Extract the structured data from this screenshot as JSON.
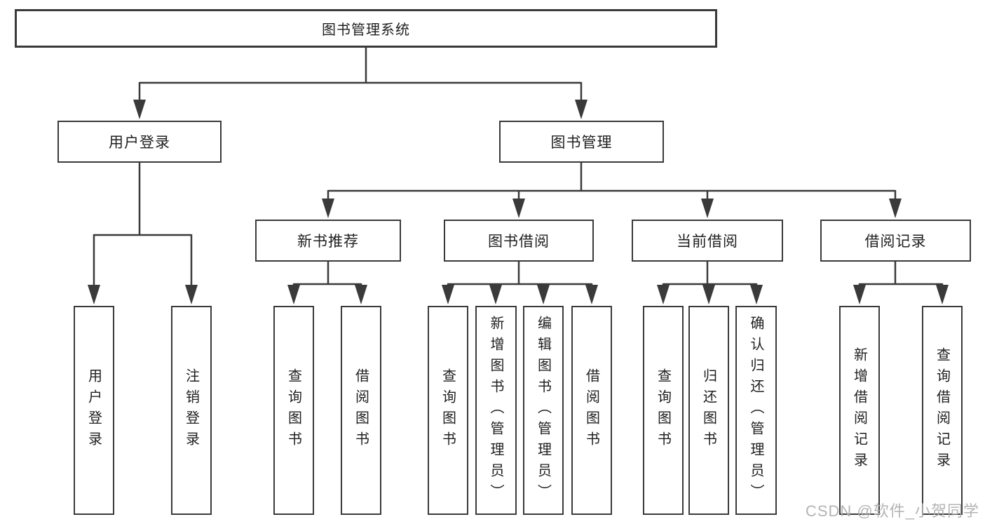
{
  "tree": {
    "root": "图书管理系统",
    "children": [
      {
        "label": "用户登录",
        "children": [
          {
            "label": "用户登录"
          },
          {
            "label": "注销登录"
          }
        ]
      },
      {
        "label": "图书管理",
        "children": [
          {
            "label": "新书推荐",
            "children": [
              {
                "label": "查询图书"
              },
              {
                "label": "借阅图书"
              }
            ]
          },
          {
            "label": "图书借阅",
            "children": [
              {
                "label": "查询图书"
              },
              {
                "label": "新增图书（管理员）"
              },
              {
                "label": "编辑图书（管理员）"
              },
              {
                "label": "借阅图书"
              }
            ]
          },
          {
            "label": "当前借阅",
            "children": [
              {
                "label": "查询图书"
              },
              {
                "label": "归还图书"
              },
              {
                "label": "确认归还（管理员）"
              }
            ]
          },
          {
            "label": "借阅记录",
            "children": [
              {
                "label": "新增借阅记录"
              },
              {
                "label": "查询借阅记录"
              }
            ]
          }
        ]
      }
    ]
  },
  "watermark": {
    "text": "CSDN @软件_小贺同学"
  },
  "colors": {
    "line": "#3a3a3a",
    "text": "#1f1f1f",
    "watermark": "#b0b0b0",
    "background": "#ffffff"
  }
}
